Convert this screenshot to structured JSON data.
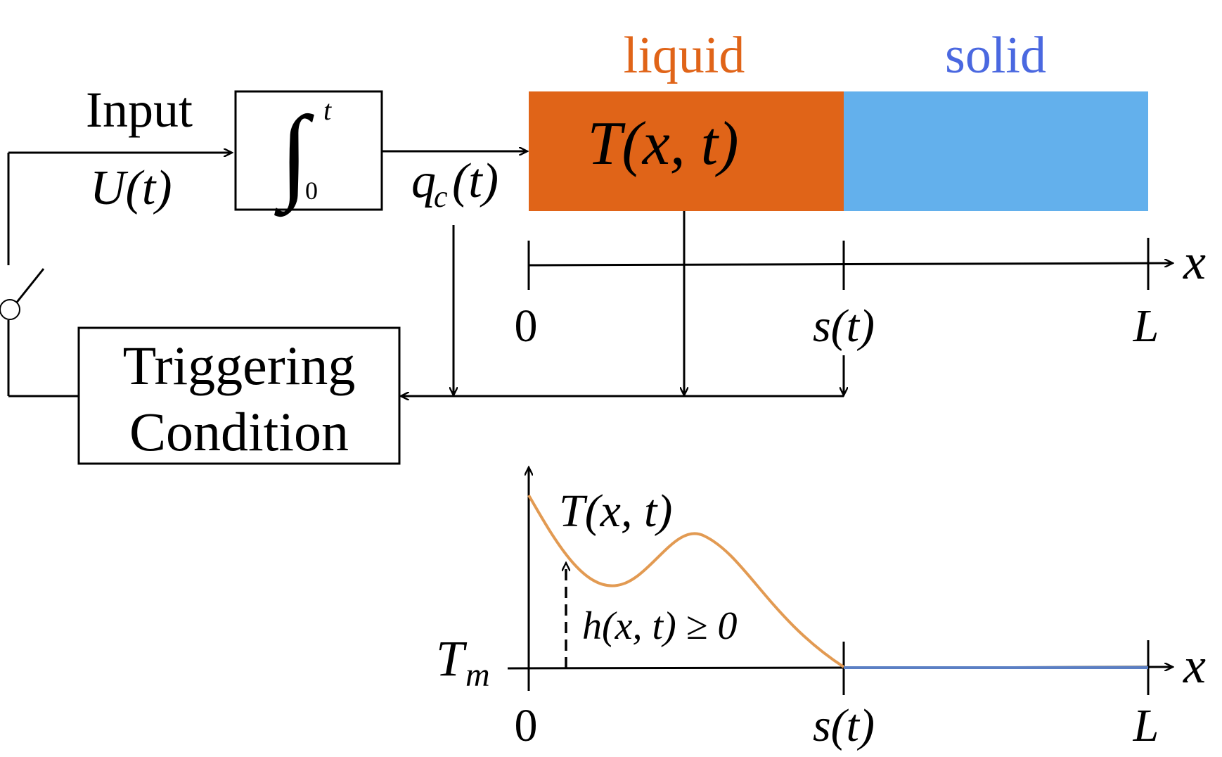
{
  "colors": {
    "liquid": "#e06418",
    "solid": "#63b0ec",
    "liquid_label": "#e06418",
    "solid_label": "#4a68e0",
    "temperature_curve": "#e29a52",
    "solid_line": "#5b7fc4",
    "stroke": "#000000"
  },
  "labels": {
    "input": "Input",
    "input_signal": "U(t)",
    "integral_upper": "t",
    "integral_lower": "0",
    "integral_sign": "∫",
    "control_output": "q",
    "control_output_sub": "c",
    "control_output_arg": "(t)",
    "liquid": "liquid",
    "solid": "solid",
    "field": "T(x, t)",
    "trigger_line1": "Triggering",
    "trigger_line2": "Condition"
  },
  "axis_top": {
    "var": "x",
    "tick_origin": "0",
    "tick_interface": "s(t)",
    "tick_end": "L"
  },
  "axis_bottom": {
    "var": "x",
    "tick_origin": "0",
    "tick_interface": "s(t)",
    "tick_end": "L",
    "y_ref": "T",
    "y_ref_sub": "m",
    "curve_label": "T(x, t)",
    "h_label": "h(x, t) ≥ 0"
  }
}
